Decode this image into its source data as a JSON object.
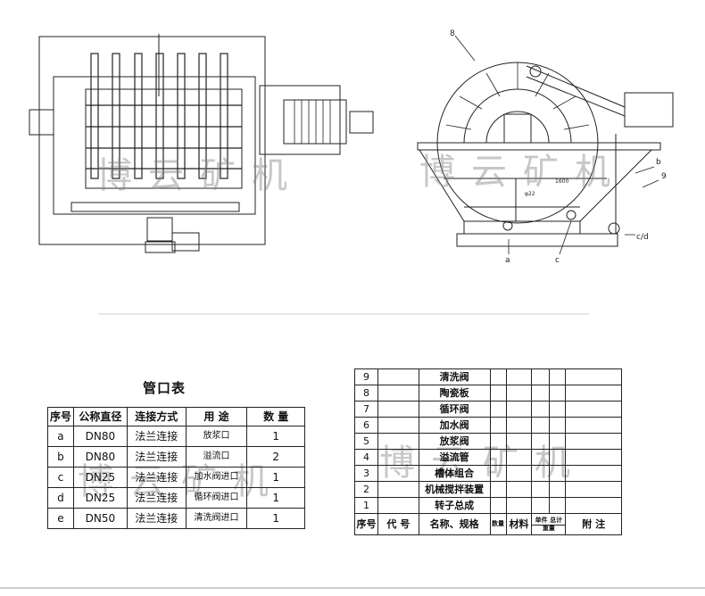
{
  "watermark": "博云矿机",
  "front_view": {},
  "side_view": {
    "labels": [
      "8",
      "b",
      "9",
      "c/d",
      "a",
      "c"
    ],
    "dim_texts": [
      "1600",
      "φ22"
    ]
  },
  "pipe_table": {
    "title": "管口表",
    "headers": [
      "序号",
      "公称直径",
      "连接方式",
      "用 途",
      "数 量"
    ],
    "rows": [
      {
        "id": "a",
        "dn": "DN80",
        "conn": "法兰连接",
        "use": "放浆口",
        "qty": "1"
      },
      {
        "id": "b",
        "dn": "DN80",
        "conn": "法兰连接",
        "use": "溢流口",
        "qty": "2"
      },
      {
        "id": "c",
        "dn": "DN25",
        "conn": "法兰连接",
        "use": "加水阀进口",
        "qty": "1"
      },
      {
        "id": "d",
        "dn": "DN25",
        "conn": "法兰连接",
        "use": "循环阀进口",
        "qty": "1"
      },
      {
        "id": "e",
        "dn": "DN50",
        "conn": "法兰连接",
        "use": "清洗阀进口",
        "qty": "1"
      }
    ]
  },
  "parts_table": {
    "rows": [
      {
        "no": "9",
        "name": "清洗阀"
      },
      {
        "no": "8",
        "name": "陶瓷板"
      },
      {
        "no": "7",
        "name": "循环阀"
      },
      {
        "no": "6",
        "name": "加水阀"
      },
      {
        "no": "5",
        "name": "放浆阀"
      },
      {
        "no": "4",
        "name": "溢流管"
      },
      {
        "no": "3",
        "name": "槽体组合"
      },
      {
        "no": "2",
        "name": "机械搅拌装置"
      },
      {
        "no": "1",
        "name": "转子总成"
      }
    ],
    "header": {
      "no": "序号",
      "code": "代 号",
      "name": "名称、规格",
      "qty": "数量",
      "material": "材料",
      "single": "单件",
      "total": "总计",
      "weight": "重量",
      "note": "附 注"
    }
  }
}
